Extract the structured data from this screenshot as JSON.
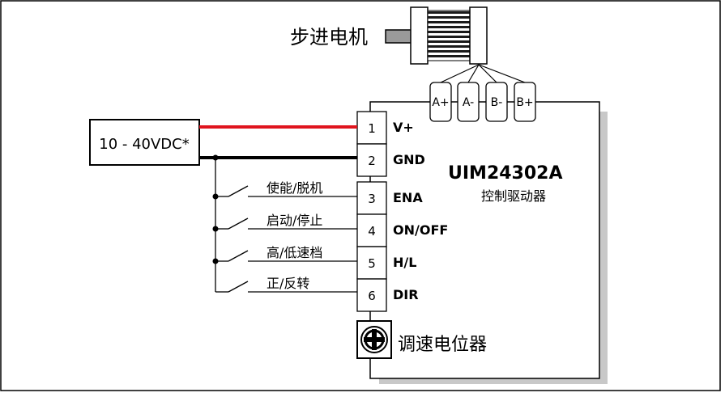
{
  "motor": {
    "label": "步进电机",
    "leads": [
      "A+",
      "A-",
      "B-",
      "B+"
    ]
  },
  "power": {
    "label": "10 - 40VDC*"
  },
  "driver": {
    "model": "UIM24302A",
    "subtitle": "控制驱动器",
    "potentiometer_label": "调速电位器"
  },
  "terminals": [
    {
      "number": "1",
      "name": "V+"
    },
    {
      "number": "2",
      "name": "GND"
    },
    {
      "number": "3",
      "name": "ENA"
    },
    {
      "number": "4",
      "name": "ON/OFF"
    },
    {
      "number": "5",
      "name": "H/L"
    },
    {
      "number": "6",
      "name": "DIR"
    }
  ],
  "switches": [
    {
      "label": "使能/脱机"
    },
    {
      "label": "启动/停止"
    },
    {
      "label": "高/低速档"
    },
    {
      "label": "正/反转"
    }
  ],
  "colors": {
    "positive_wire": "#e0141e",
    "ground_wire": "#000000",
    "shadow": "#c8c8c8",
    "motor_stripes": "#1a1a1a",
    "shaft": "#9a9a9a"
  }
}
